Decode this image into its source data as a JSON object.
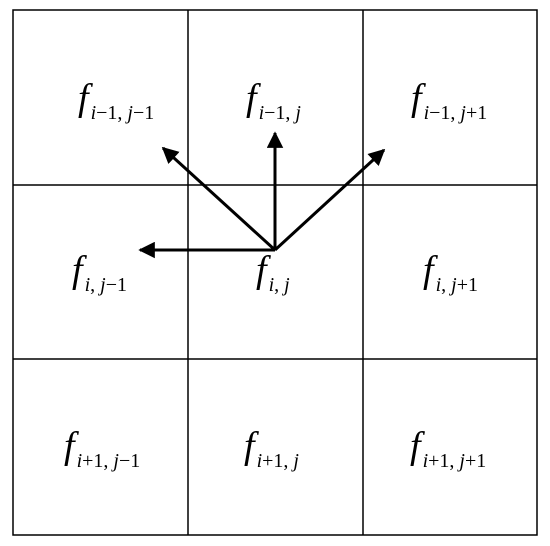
{
  "diagram": {
    "function_symbol": "f",
    "grid": {
      "rows": 3,
      "cols": 3,
      "line_color": "#000000"
    },
    "cells": [
      {
        "row": 0,
        "col": 0,
        "subscript": "i−1, j−1"
      },
      {
        "row": 0,
        "col": 1,
        "subscript": "i−1, j"
      },
      {
        "row": 0,
        "col": 2,
        "subscript": "i−1, j+1"
      },
      {
        "row": 1,
        "col": 0,
        "subscript": "i, j−1"
      },
      {
        "row": 1,
        "col": 1,
        "subscript": "i, j"
      },
      {
        "row": 1,
        "col": 2,
        "subscript": "i, j+1"
      },
      {
        "row": 2,
        "col": 0,
        "subscript": "i+1, j−1"
      },
      {
        "row": 2,
        "col": 1,
        "subscript": "i+1, j"
      },
      {
        "row": 2,
        "col": 2,
        "subscript": "i+1, j+1"
      }
    ],
    "arrows": {
      "origin": {
        "row": 1,
        "col": 1
      },
      "targets": [
        {
          "row": 1,
          "col": 0
        },
        {
          "row": 0,
          "col": 0
        },
        {
          "row": 0,
          "col": 1
        },
        {
          "row": 0,
          "col": 2
        }
      ],
      "color": "#000000"
    }
  }
}
